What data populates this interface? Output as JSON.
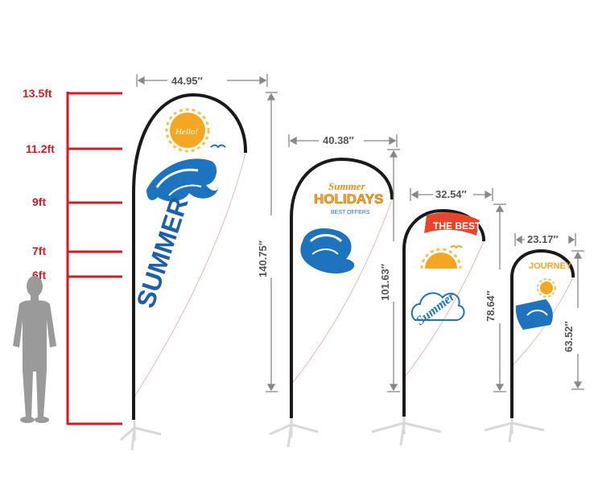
{
  "height_scale": {
    "ticks": [
      "13.5ft",
      "11.2ft",
      "9ft",
      "7ft",
      "6ft"
    ]
  },
  "flags": [
    {
      "width": "44.95″",
      "height": "140.75″",
      "title": "SUMMER",
      "sun_text": "Hello!"
    },
    {
      "width": "40.38″",
      "height": "101.63″",
      "title_script": "Summer",
      "title": "HOLIDAYS",
      "subtitle": "BEST OFFERS"
    },
    {
      "width": "32.54″",
      "height": "78.64″",
      "banner": "THE BEST",
      "title_script": "Summer"
    },
    {
      "width": "23.17″",
      "height": "63.52″",
      "title": "JOURNEY"
    }
  ],
  "colors": {
    "scale": "#d41b23",
    "dimension": "#555555",
    "pole": "#1a1a1a",
    "wave": "#1e73be",
    "sun": "#f5a623",
    "banner": "#e8452c"
  }
}
